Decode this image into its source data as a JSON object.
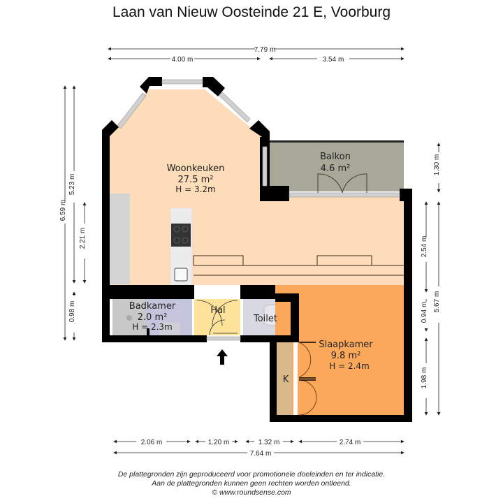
{
  "header": {
    "title": "Laan van Nieuw Oosteinde 21 E, Voorburg"
  },
  "dimensions": {
    "top_total": "7.79 m",
    "top_left": "4.00 m",
    "top_right": "3.54 m",
    "left_total": "6.59 m",
    "left_upper": "5.23 m",
    "left_mid": "2.21 m",
    "left_lower": "0.98 m",
    "right_balcony": "1.30 m",
    "right_upper": "2.54 m",
    "right_mid": "0.94 m",
    "right_lower": "1.98 m",
    "right_total": "5.67 m",
    "bottom_1": "2.06 m",
    "bottom_2": "1.20 m",
    "bottom_3": "1.32 m",
    "bottom_4": "2.74 m",
    "bottom_total": "7.64 m"
  },
  "rooms": {
    "woonkeuken": {
      "name": "Woonkeuken",
      "area": "27.5 m²",
      "height": "H = 3.2m",
      "color": "#fddcb9"
    },
    "balkon": {
      "name": "Balkon",
      "area": "4.6 m²",
      "color": "#a8a898"
    },
    "badkamer": {
      "name": "Badkamer",
      "area": "2.0 m²",
      "height": "H = 2.3m",
      "color": "#c4c4dc"
    },
    "hal": {
      "name": "Hal",
      "color": "#fde39a"
    },
    "toilet": {
      "name": "Toilet",
      "color": "#d8d8e2"
    },
    "slaapkamer": {
      "name": "Slaapkamer",
      "area": "9.8 m²",
      "height": "H = 2.4m",
      "color": "#fba85b"
    },
    "kast": {
      "name": "K",
      "color": "#d9b88a"
    }
  },
  "colors": {
    "wall": "#000000",
    "window": "#cfcfcf",
    "kitchen_counter": "#d4d4d4"
  },
  "footer": {
    "line1": "De plattegronden zijn geproduceerd voor promotionele doeleinden en ter indicatie.",
    "line2": "Aan de plattegronden kunnen geen rechten worden ontleend.",
    "line3": "© www.roundsense.com"
  }
}
